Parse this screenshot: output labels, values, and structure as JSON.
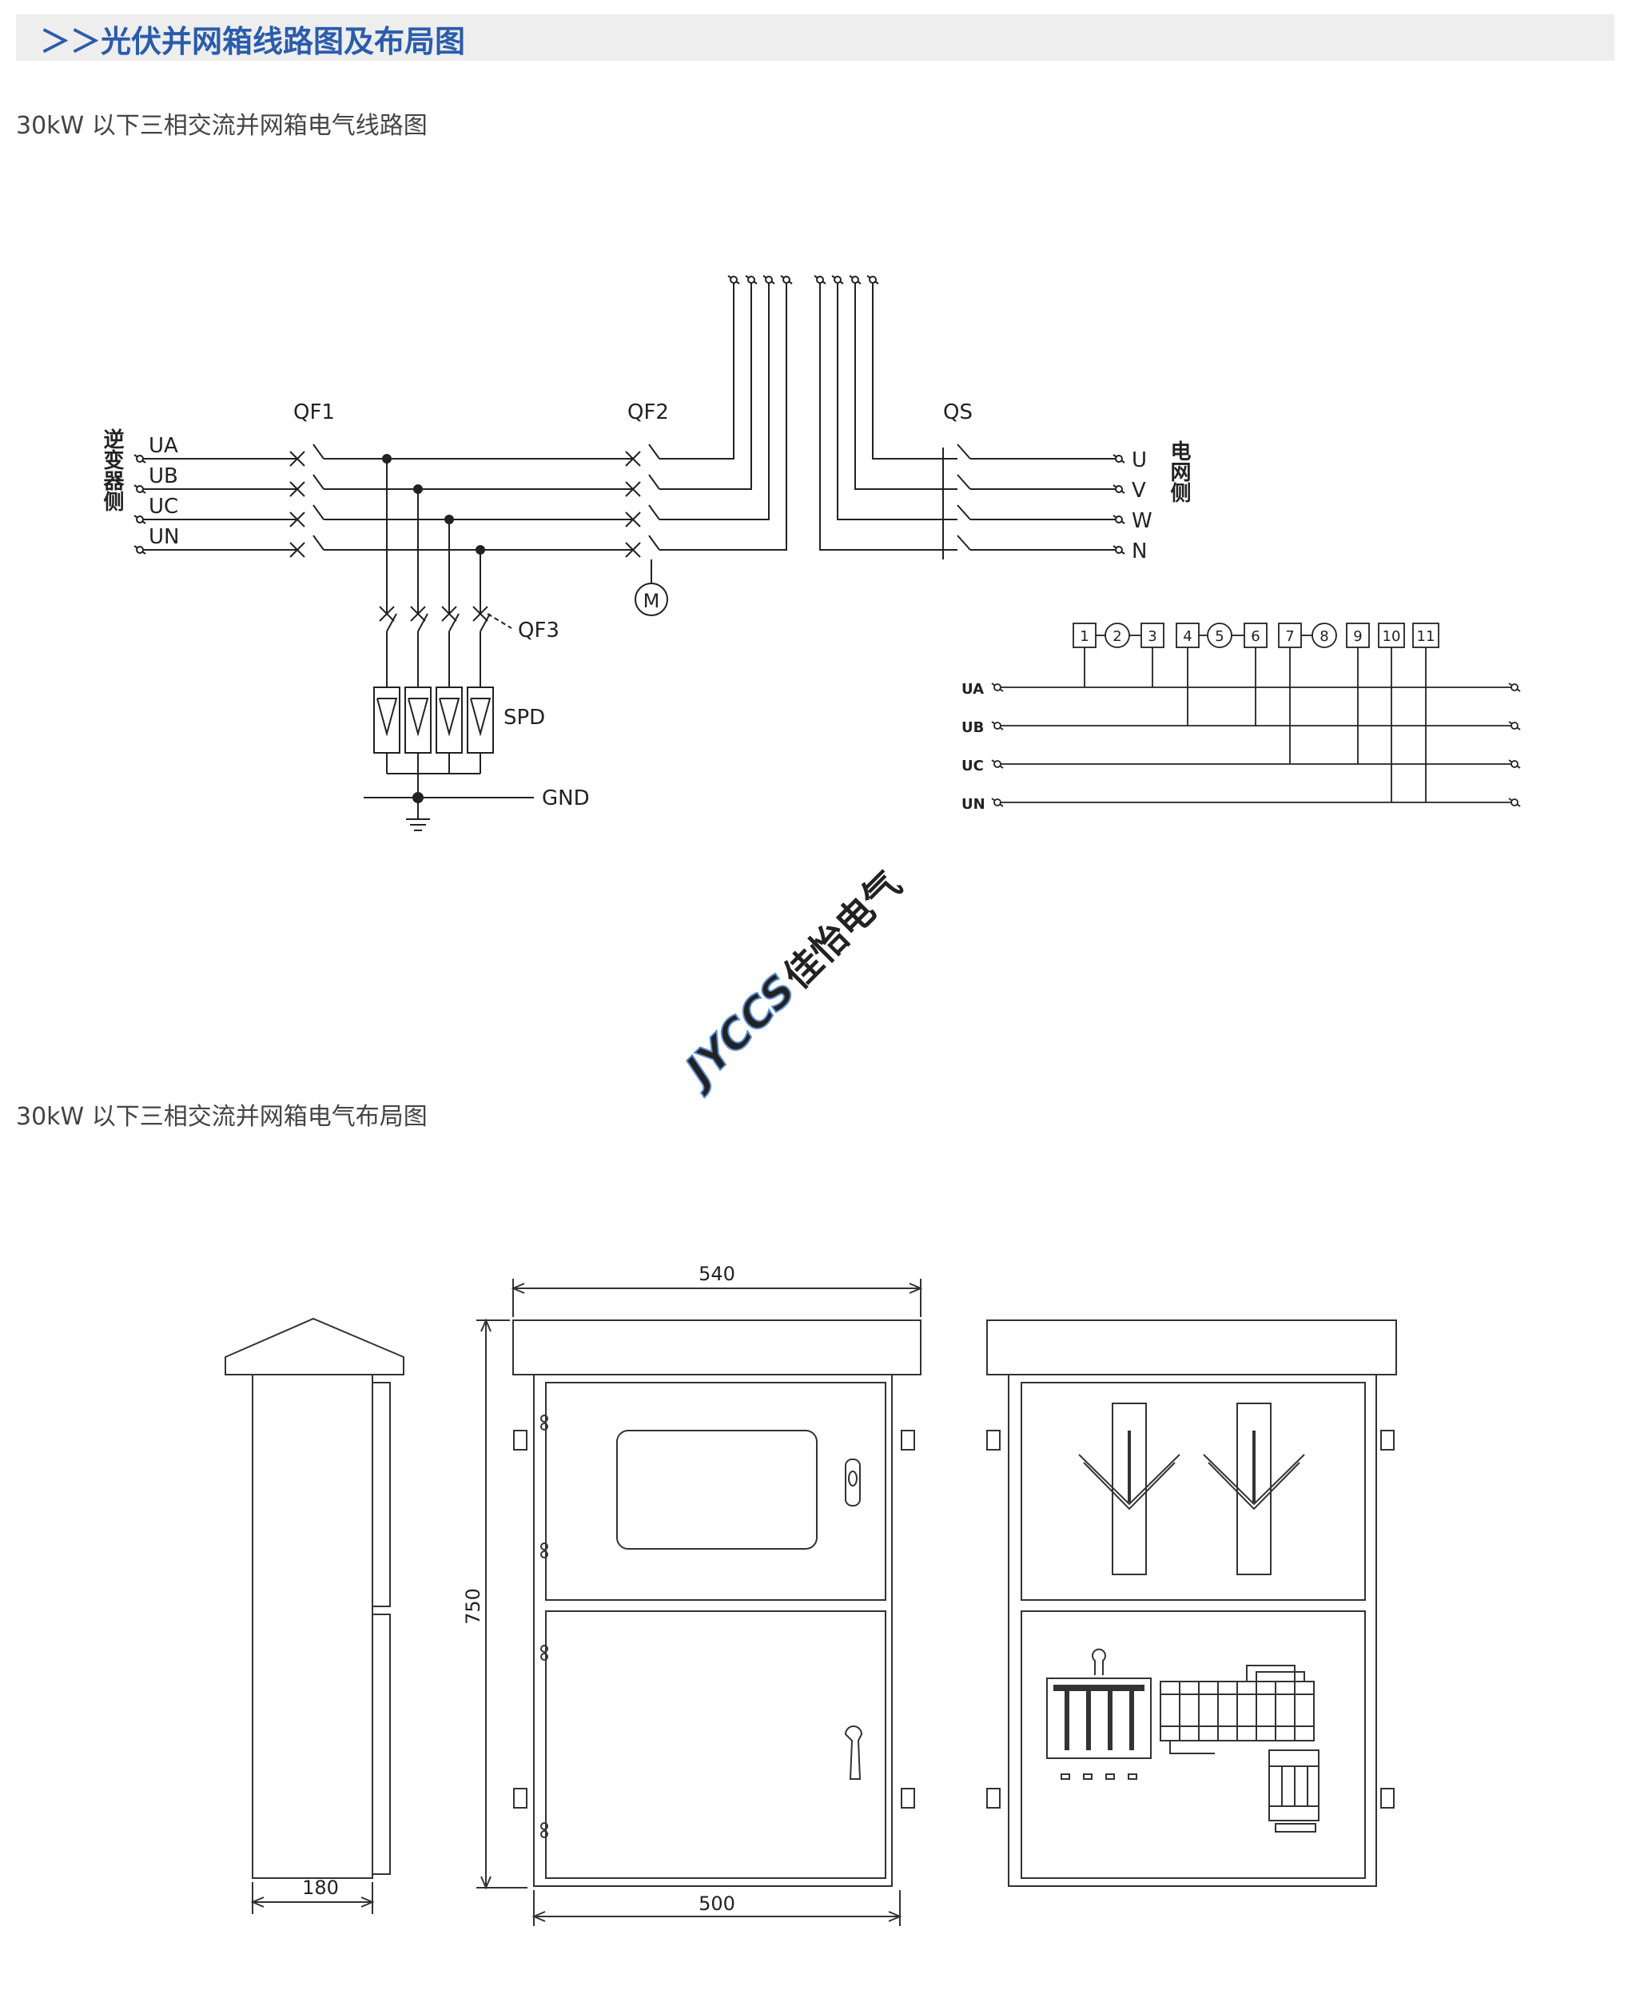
{
  "header": {
    "title": "＞＞光伏并网箱线路图及布局图"
  },
  "captions": {
    "circuit": "30kW 以下三相交流并网箱电气线路图",
    "layout": "30kW 以下三相交流并网箱电气布局图"
  },
  "circuit": {
    "inverter_side": "逆变器侧",
    "grid_side": "电网侧",
    "input_lines": [
      "UA",
      "UB",
      "UC",
      "UN"
    ],
    "output_lines": [
      "U",
      "V",
      "W",
      "N"
    ],
    "breakers": {
      "qf1": "QF1",
      "qf2": "QF2",
      "qs": "QS",
      "qf3": "QF3"
    },
    "meter": "M",
    "spd": "SPD",
    "gnd": "GND",
    "terminal_numbers": [
      "1",
      "2",
      "3",
      "4",
      "5",
      "6",
      "7",
      "8",
      "9",
      "10",
      "11"
    ],
    "terminal_lines": [
      "UA",
      "UB",
      "UC",
      "UN"
    ]
  },
  "watermark": {
    "logo": "JYCCS",
    "brand": "佳怡电气"
  },
  "dimensions": {
    "top_width": "540",
    "height": "750",
    "depth": "180",
    "body_width": "500"
  },
  "colors": {
    "title_blue": "#2a5cab",
    "header_bg": "#eeeeee",
    "line": "#222222",
    "watermark": "#5b8fd6"
  }
}
